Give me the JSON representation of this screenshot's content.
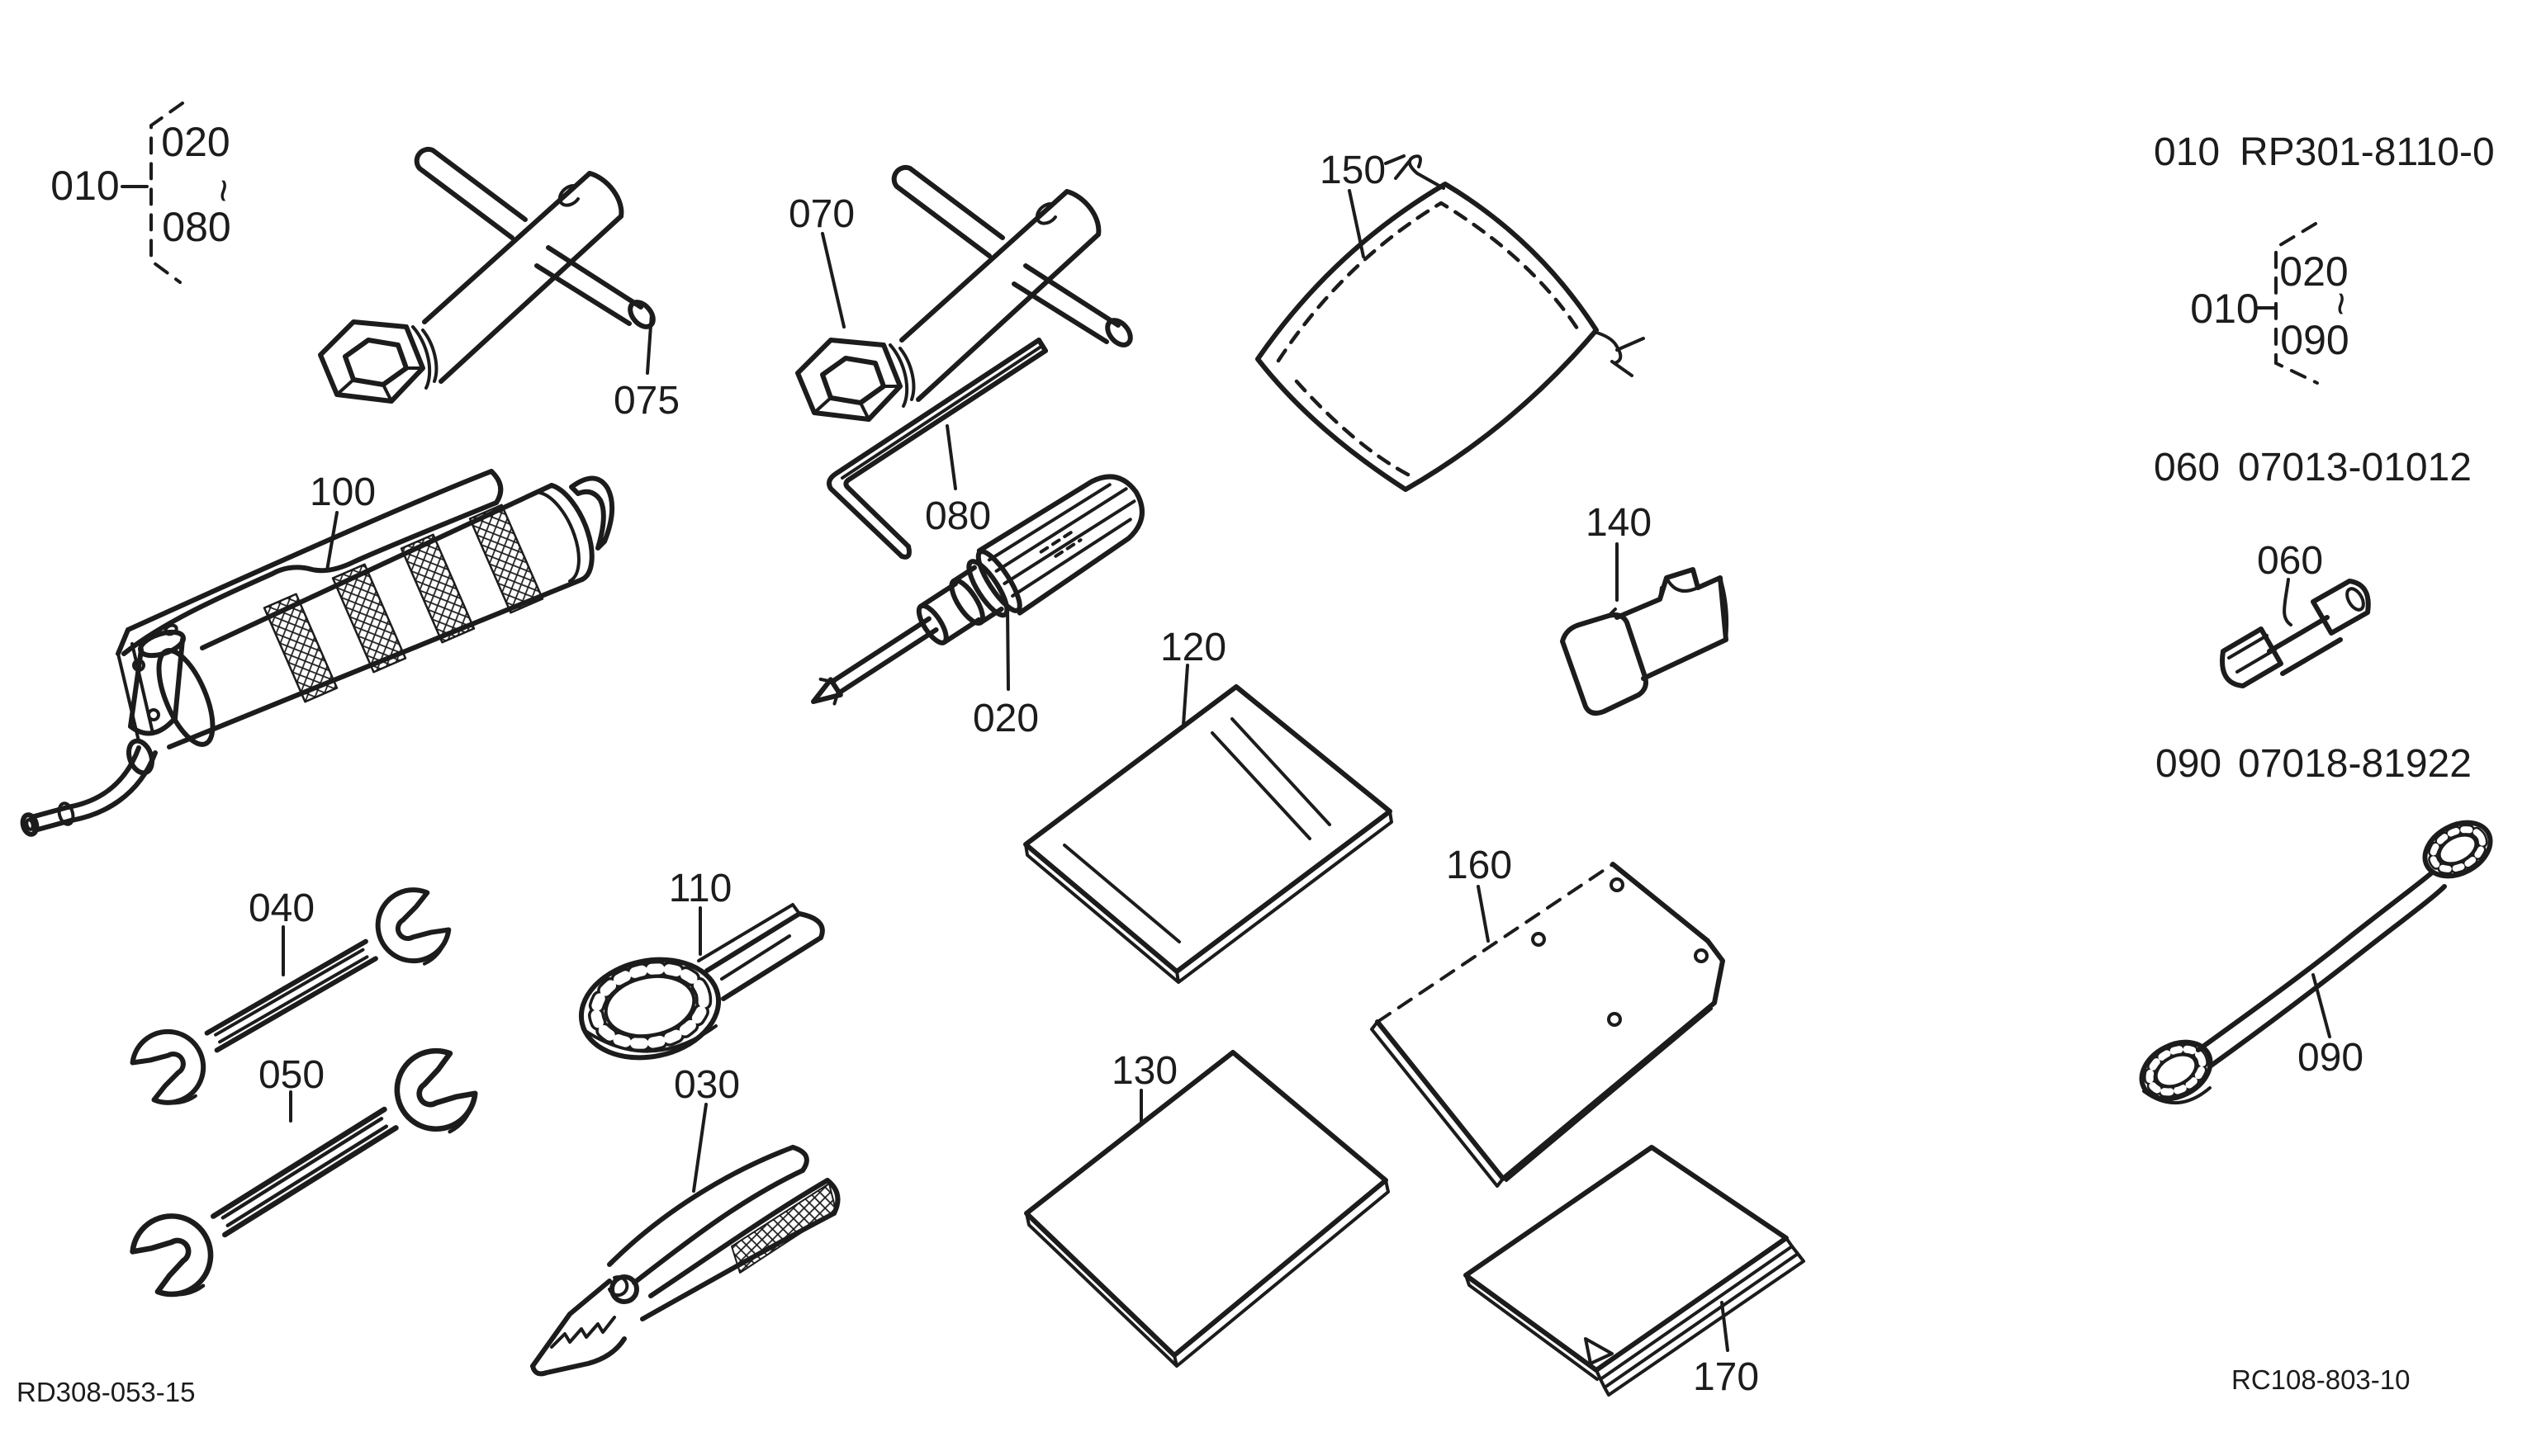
{
  "page": {
    "background_color": "#ffffff",
    "ink_color": "#1c1c1c",
    "footer_left_code": "RD308-053-15",
    "footer_right_code": "RC108-803-10"
  },
  "group_brackets": {
    "left": {
      "parent_ref": "010",
      "range_first": "020",
      "range_tilde": "~",
      "range_last": "080"
    },
    "right": {
      "parent_ref": "010",
      "range_first": "020",
      "range_tilde": "~",
      "range_last": "090"
    }
  },
  "parts_list": [
    {
      "ref": "010",
      "part_number": "RP301-8110-0"
    },
    {
      "ref": "060",
      "part_number": "07013-01012"
    },
    {
      "ref": "090",
      "part_number": "07018-81922"
    }
  ],
  "callouts": {
    "c020": "020",
    "c030": "030",
    "c040": "040",
    "c050": "050",
    "c060": "060",
    "c070": "070",
    "c075": "075",
    "c080": "080",
    "c090": "090",
    "c100": "100",
    "c110": "110",
    "c120": "120",
    "c130": "130",
    "c140": "140",
    "c150": "150",
    "c160": "160",
    "c170": "170"
  }
}
